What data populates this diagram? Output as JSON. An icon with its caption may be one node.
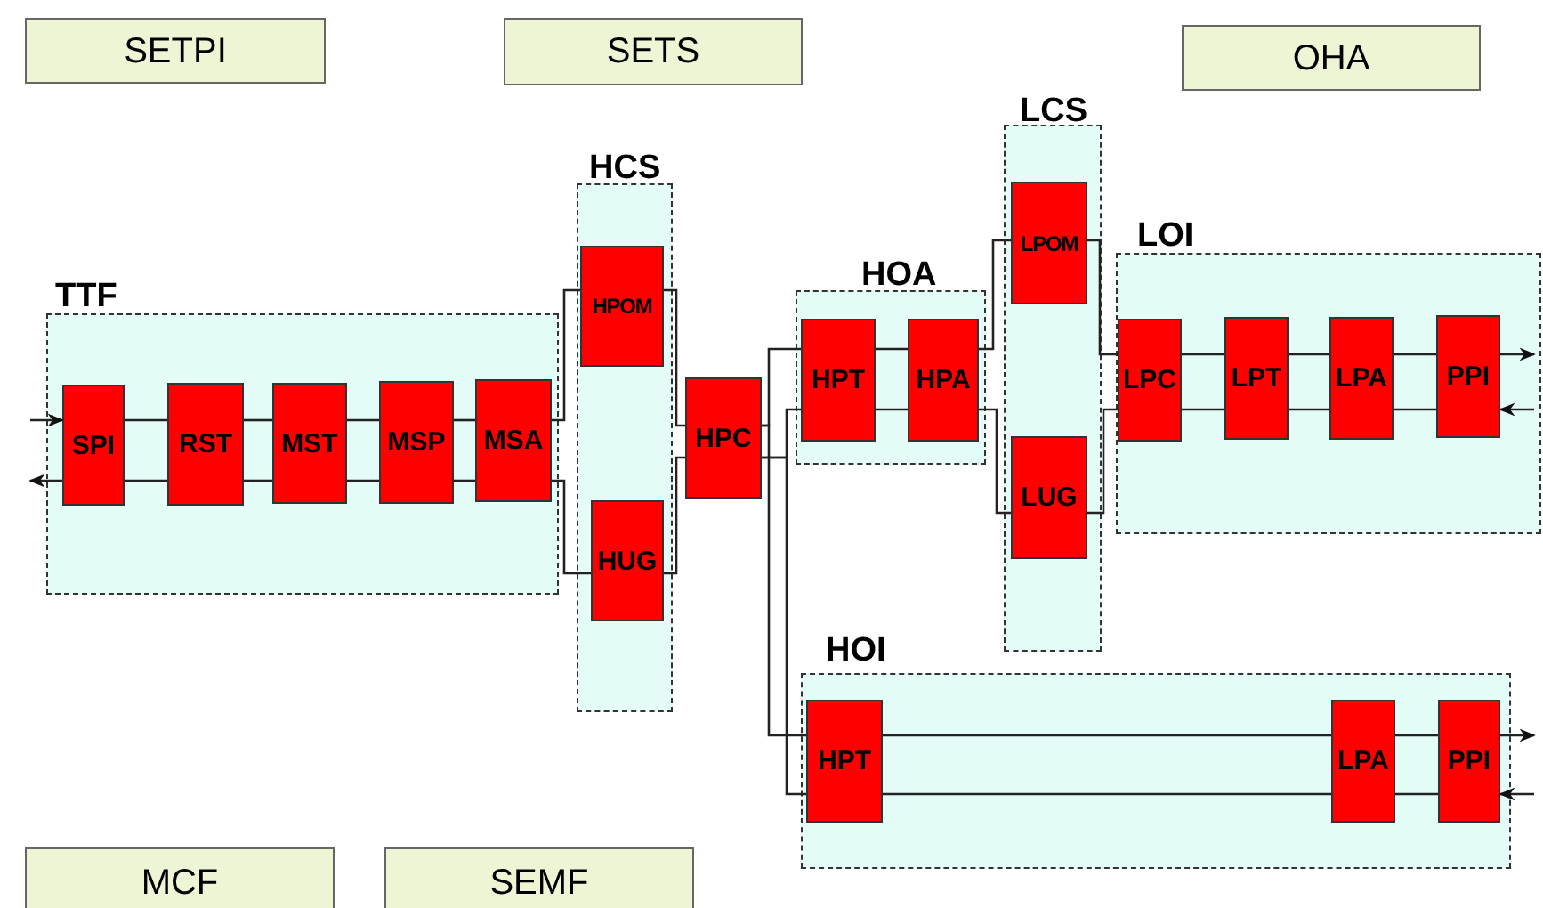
{
  "diagram": {
    "nodes": [
      {
        "text": [
          "SETPI"
        ]
      },
      {
        "text": [
          "SETS"
        ]
      },
      {
        "text": [
          "OHA"
        ]
      },
      {
        "text": [
          "TTF"
        ]
      },
      {
        "text": [
          "SPI"
        ],
        "in": 3
      },
      {
        "text": [
          "RST"
        ],
        "in": 3
      },
      {
        "text": [
          "MST"
        ],
        "in": 3
      },
      {
        "text": [
          "MSP"
        ],
        "in": 3
      },
      {
        "text": [
          "MSA"
        ],
        "in": 3
      },
      {
        "text": [
          "HCS"
        ]
      },
      {
        "text": [
          "HPOM"
        ],
        "in": 9
      },
      {
        "text": [
          "HUG"
        ],
        "in": 9
      },
      {
        "text": [
          "HPC"
        ]
      },
      {
        "text": [
          "HOA"
        ]
      },
      {
        "text": [
          "HPT"
        ],
        "in": 13
      },
      {
        "text": [
          "HPA"
        ],
        "in": 13
      },
      {
        "text": [
          "LCS"
        ]
      },
      {
        "text": [
          "LPOM"
        ],
        "in": 16
      },
      {
        "text": [
          "LUG"
        ],
        "in": 16
      },
      {
        "text": [
          "LOI"
        ]
      },
      {
        "text": [
          "LPC"
        ],
        "in": 19
      },
      {
        "text": [
          "LPT"
        ],
        "in": 19
      },
      {
        "text": [
          "LPA"
        ],
        "in": 19
      },
      {
        "text": [
          "PPI"
        ],
        "in": 19
      },
      {
        "text": [
          "HOI"
        ]
      },
      {
        "text": [
          "HPT"
        ],
        "in": 24
      },
      {
        "text": [
          "LPA"
        ],
        "in": 24
      },
      {
        "text": [
          "PPI"
        ],
        "in": 24
      },
      {
        "text": [
          "MCF"
        ]
      },
      {
        "text": [
          "SEMF"
        ]
      }
    ],
    "edges": [
      {
        "from": null,
        "to": 4,
        "arrow": "to"
      },
      {
        "from": 4,
        "to": null,
        "arrow": "to"
      },
      {
        "from": 4,
        "to": 5,
        "arrow": "none"
      },
      {
        "from": 4,
        "to": 5,
        "arrow": "none"
      },
      {
        "from": 5,
        "to": 6,
        "arrow": "none"
      },
      {
        "from": 5,
        "to": 6,
        "arrow": "none"
      },
      {
        "from": 6,
        "to": 7,
        "arrow": "none"
      },
      {
        "from": 6,
        "to": 7,
        "arrow": "none"
      },
      {
        "from": 7,
        "to": 8,
        "arrow": "none"
      },
      {
        "from": 7,
        "to": 8,
        "arrow": "none"
      },
      {
        "from": 8,
        "to": 10,
        "arrow": "none"
      },
      {
        "from": 8,
        "to": 11,
        "arrow": "none"
      },
      {
        "from": 10,
        "to": 12,
        "arrow": "none"
      },
      {
        "from": 11,
        "to": 12,
        "arrow": "none"
      },
      {
        "from": 12,
        "to": 14,
        "arrow": "none"
      },
      {
        "from": 12,
        "to": 25,
        "arrow": "none"
      },
      {
        "from": 12,
        "to": 14,
        "arrow": "none"
      },
      {
        "from": 12,
        "to": 25,
        "arrow": "none"
      },
      {
        "from": 14,
        "to": 15,
        "arrow": "none"
      },
      {
        "from": 14,
        "to": 15,
        "arrow": "none"
      },
      {
        "from": 15,
        "to": 17,
        "arrow": "none"
      },
      {
        "from": 15,
        "to": 18,
        "arrow": "none"
      },
      {
        "from": 17,
        "to": 20,
        "arrow": "none"
      },
      {
        "from": 18,
        "to": 20,
        "arrow": "none"
      },
      {
        "from": 20,
        "to": 21,
        "arrow": "none"
      },
      {
        "from": 20,
        "to": 21,
        "arrow": "none"
      },
      {
        "from": 21,
        "to": 22,
        "arrow": "none"
      },
      {
        "from": 21,
        "to": 22,
        "arrow": "none"
      },
      {
        "from": 22,
        "to": 23,
        "arrow": "none"
      },
      {
        "from": 22,
        "to": 23,
        "arrow": "none"
      },
      {
        "from": 23,
        "to": null,
        "arrow": "to"
      },
      {
        "from": null,
        "to": 23,
        "arrow": "to"
      },
      {
        "from": 25,
        "to": 26,
        "arrow": "none"
      },
      {
        "from": 25,
        "to": 26,
        "arrow": "none"
      },
      {
        "from": 26,
        "to": 27,
        "arrow": "none"
      },
      {
        "from": 26,
        "to": 27,
        "arrow": "none"
      },
      {
        "from": 27,
        "to": null,
        "arrow": "to"
      },
      {
        "from": null,
        "to": 27,
        "arrow": "to"
      }
    ]
  }
}
